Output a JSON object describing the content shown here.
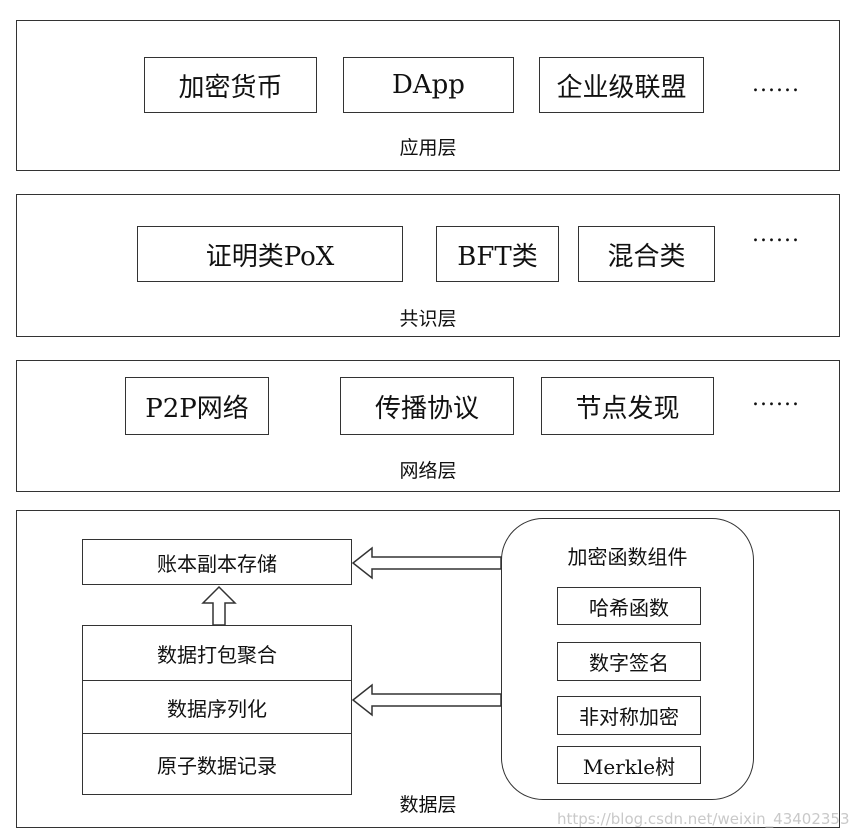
{
  "application_layer": {
    "label": "应用层",
    "items": [
      "加密货币",
      "DApp",
      "企业级联盟"
    ],
    "more": "......"
  },
  "consensus_layer": {
    "label": "共识层",
    "items": [
      "证明类PoX",
      "BFT类",
      "混合类"
    ],
    "more": "......"
  },
  "network_layer": {
    "label": "网络层",
    "items": [
      "P2P网络",
      "传播协议",
      "节点发现"
    ],
    "more": "......"
  },
  "data_layer": {
    "label": "数据层",
    "ledger_storage": "账本副本存储",
    "stack": [
      "数据打包聚合",
      "数据序列化",
      "原子数据记录"
    ],
    "crypto_group": {
      "title": "加密函数组件",
      "items": [
        "哈希函数",
        "数字签名",
        "非对称加密",
        "Merkle树"
      ]
    }
  },
  "watermark": "https://blog.csdn.net/weixin_43402353"
}
